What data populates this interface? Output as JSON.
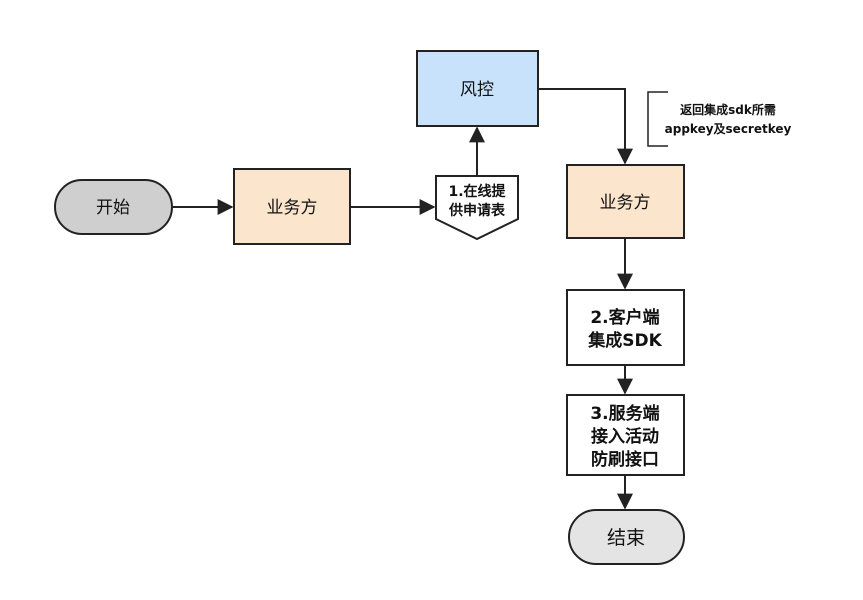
{
  "colors": {
    "stroke": "#222222",
    "terminal_fill": "#cfcfcf",
    "terminal_end_fill": "#e4e4e4",
    "business_fill": "#fce5cd",
    "risk_fill": "#c9e2fb",
    "white_fill": "#ffffff"
  },
  "nodes": {
    "start": {
      "label": "开始"
    },
    "business1": {
      "label": "业务方"
    },
    "apply": {
      "line1": "1.在线提",
      "line2": "供申请表"
    },
    "risk": {
      "label": "风控"
    },
    "business2": {
      "label": "业务方"
    },
    "sdk": {
      "line1": "2.客户端",
      "line2": "集成SDK"
    },
    "server": {
      "line1": "3.服务端",
      "line2": "接入活动",
      "line3": "防刷接口"
    },
    "end": {
      "label": "结束"
    }
  },
  "annotation": {
    "line1": "返回集成sdk所需",
    "line2": "appkey及secretkey"
  }
}
